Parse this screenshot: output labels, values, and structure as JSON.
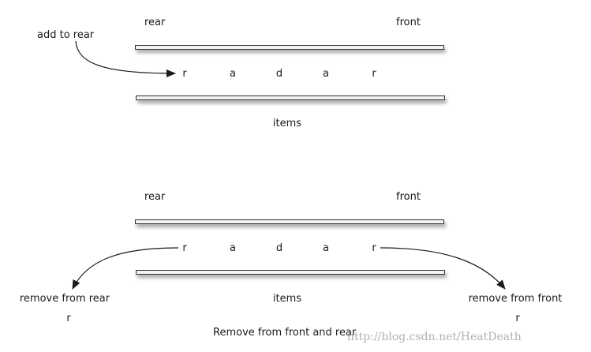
{
  "diagram1": {
    "rear_label": "rear",
    "front_label": "front",
    "action_label": "add to rear",
    "items_label": "items",
    "items": [
      "r",
      "a",
      "d",
      "a",
      "r"
    ]
  },
  "diagram2": {
    "rear_label": "rear",
    "front_label": "front",
    "items_label": "items",
    "items": [
      "r",
      "a",
      "d",
      "a",
      "r"
    ],
    "remove_rear_label": "remove from rear",
    "remove_rear_value": "r",
    "remove_front_label": "remove from front",
    "remove_front_value": "r",
    "caption": "Remove from front and rear"
  },
  "watermark": "http://blog.csdn.net/HeatDeath",
  "colors": {
    "stroke": "#1a1a1a",
    "bar_fill": "#f2f2f2",
    "watermark": "#969696"
  }
}
